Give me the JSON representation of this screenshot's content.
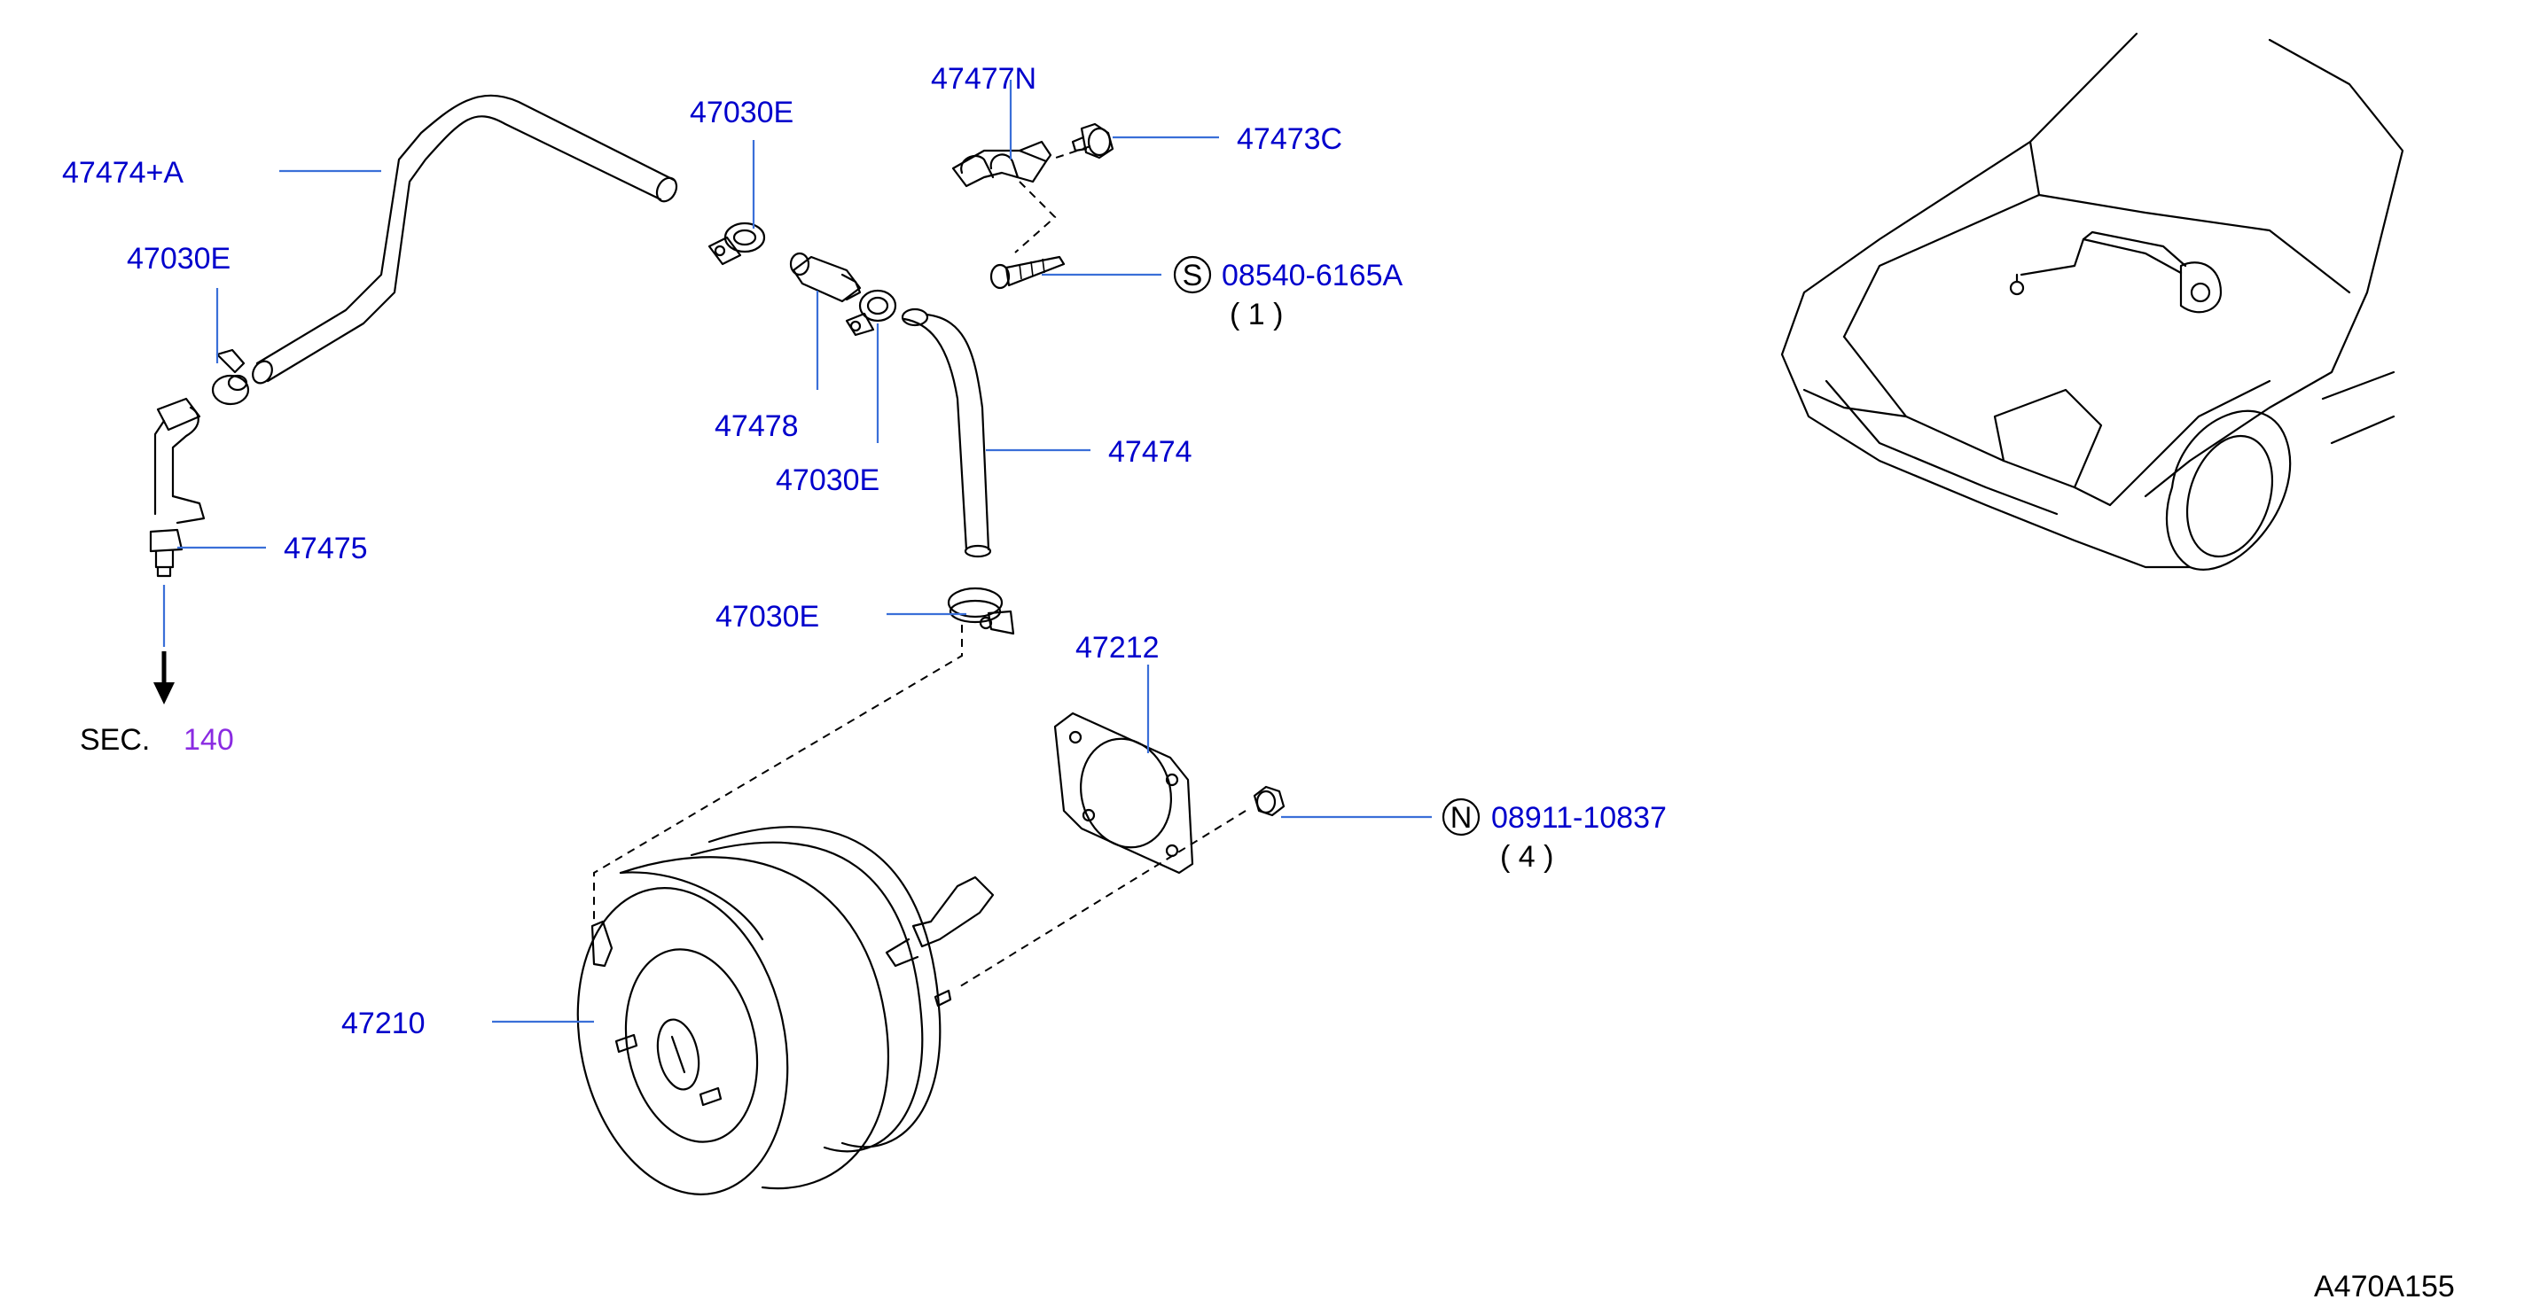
{
  "colors": {
    "part_label": "#0000cc",
    "leader_line": "#3a6fd8",
    "section_link": "#8a2be2",
    "drawing": "#000000"
  },
  "parts": {
    "hose_47474a": "47474+A",
    "clamp_upper_left": "47030E",
    "connector_47475": "47475",
    "clamp_top_mid": "47030E",
    "valve_47478": "47478",
    "clamp_mid": "47030E",
    "hose_47474": "47474",
    "clamp_lower": "47030E",
    "bracket_47477n": "47477N",
    "grommet_47473c": "47473C",
    "screw_code": "08540-6165A",
    "screw_qty": "( 1 )",
    "gasket_47212": "47212",
    "nut_code": "08911-10837",
    "nut_qty": "( 4 )",
    "booster_47210": "47210"
  },
  "symbols": {
    "screw": "S",
    "nut": "N"
  },
  "section": {
    "prefix": "SEC.",
    "number": "140"
  },
  "diagram_id": "A470A155"
}
